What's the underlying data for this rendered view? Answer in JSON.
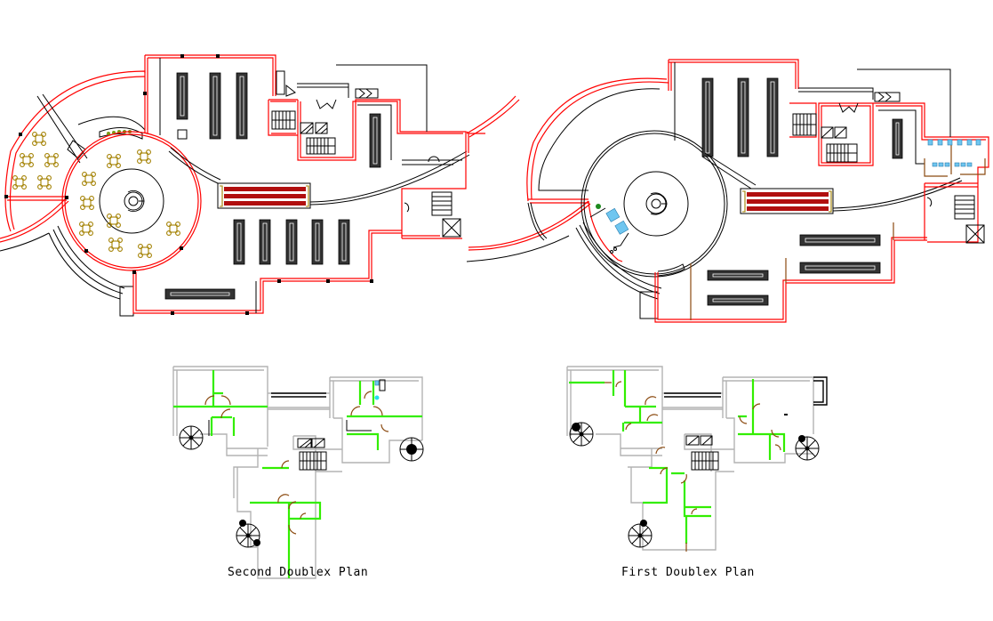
{
  "drawing": {
    "type": "architectural floor plans",
    "plans": [
      {
        "id": "mall-plan-left",
        "features": [
          "circular atrium",
          "food court tables",
          "escalator",
          "shelving rows",
          "stairs",
          "lift"
        ]
      },
      {
        "id": "mall-plan-right",
        "features": [
          "circular atrium",
          "escalator",
          "shelving rows",
          "toilets",
          "stairs",
          "lift"
        ]
      },
      {
        "id": "second-doublex",
        "label": "Second Doublex Plan"
      },
      {
        "id": "first-doublex",
        "label": "First Doublex Plan"
      }
    ],
    "labels": {
      "second_doublex": "Second Doublex Plan",
      "first_doublex": "First Doublex Plan"
    },
    "colors": {
      "walls": "#ff0000",
      "lines": "#000000",
      "partition": "#33ee00",
      "doors": "#8b4a10",
      "furniture": "#a38000",
      "escalator": "#b10f0f",
      "sanitary": "#6fc6f0",
      "doublex_walls": "#b3b3b3"
    }
  }
}
